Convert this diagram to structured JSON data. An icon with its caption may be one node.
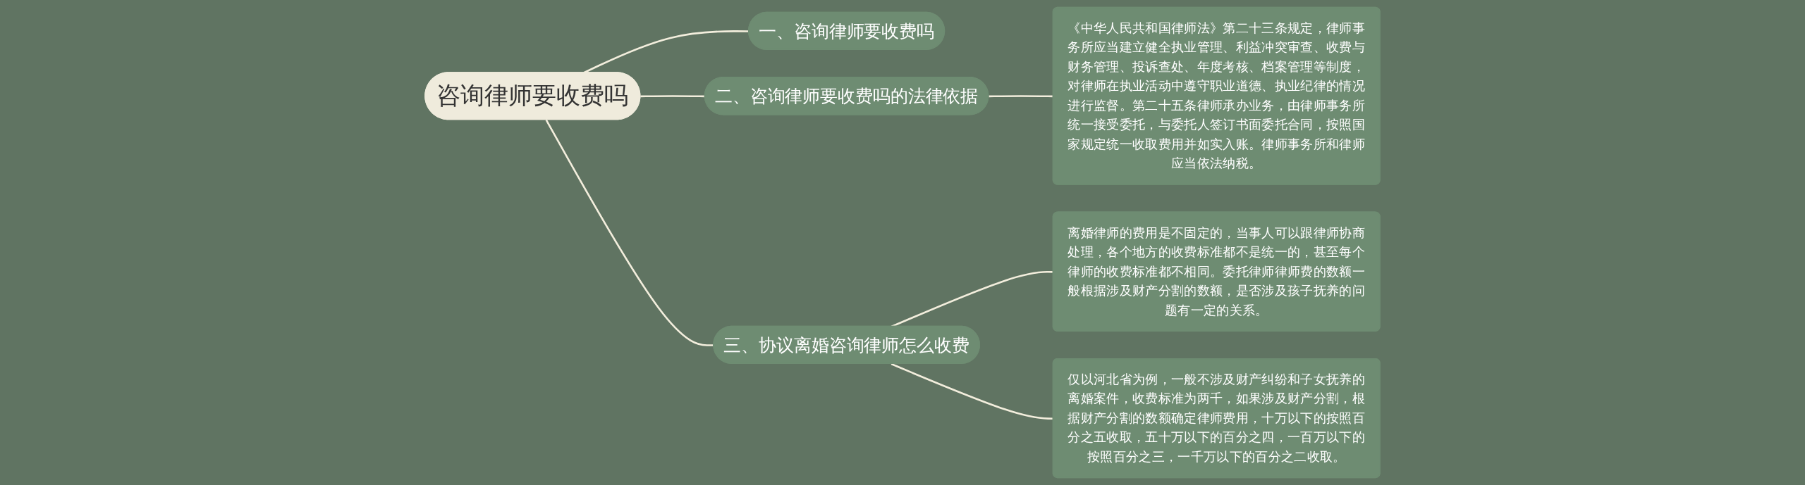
{
  "diagram": {
    "nodes": [
      {
        "text": [
          "咨询律师要收费吗"
        ]
      },
      {
        "text": [
          "一、咨询律师要收费吗"
        ]
      },
      {
        "text": [
          "二、咨询律师要收费吗的法律依据"
        ]
      },
      {
        "text": [
          "《中华人民共和国律师法》第二十三条规定，律师事务所应当建立健全执业管理、利益冲突审查、收费与财务管理、投诉查处、年度考核、档案管理等制度，对律师在执业活动中遵守职业道德、执业纪律的情况进行监督。第二十五条律师承办业务，由律师事务所统一接受委托，与委托人签订书面委托合同，按照国家规定统一收取费用并如实入账。律师事务所和律师应当依法纳税。"
        ]
      },
      {
        "text": [
          "三、协议离婚咨询律师怎么收费"
        ]
      },
      {
        "text": [
          "离婚律师的费用是不固定的，当事人可以跟律师协商处理，各个地方的收费标准都不是统一的，甚至每个律师的收费标准都不相同。委托律师律师费的数额一般根据涉及财产分割的数额，是否涉及孩子抚养的问题有一定的关系。"
        ]
      },
      {
        "text": [
          "仅以河北省为例，一般不涉及财产纠纷和子女抚养的离婚案件，收费标准为两千，如果涉及财产分割，根据财产分割的数额确定律师费用，十万以下的按照百分之五收取，五十万以下的百分之四，一百万以下的按照百分之三，一千万以下的百分之二收取。"
        ]
      }
    ],
    "edges": [
      {
        "from": 0,
        "to": 1,
        "arrow": "none"
      },
      {
        "from": 0,
        "to": 2,
        "arrow": "none"
      },
      {
        "from": 2,
        "to": 3,
        "arrow": "none"
      },
      {
        "from": 0,
        "to": 4,
        "arrow": "none"
      },
      {
        "from": 4,
        "to": 5,
        "arrow": "none"
      },
      {
        "from": 4,
        "to": 6,
        "arrow": "none"
      }
    ]
  }
}
